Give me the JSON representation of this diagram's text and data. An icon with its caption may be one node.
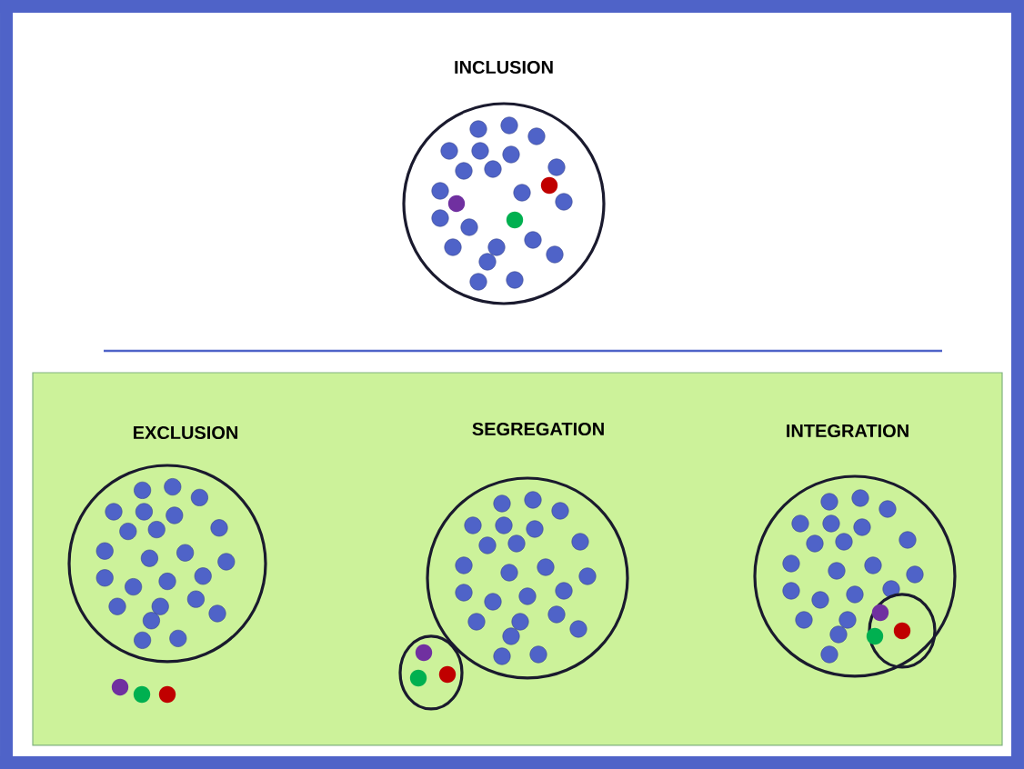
{
  "diagram": {
    "nodes": [
      {
        "text": [
          "INCLUSION"
        ]
      },
      {
        "text": [
          "EXCLUSION"
        ]
      },
      {
        "text": [
          "SEGREGATION"
        ]
      },
      {
        "text": [],
        "shape": "circle"
      },
      {
        "text": [
          "INTEGRATION"
        ]
      },
      {
        "text": [],
        "shape": "circle",
        "in": 4
      }
    ]
  }
}
